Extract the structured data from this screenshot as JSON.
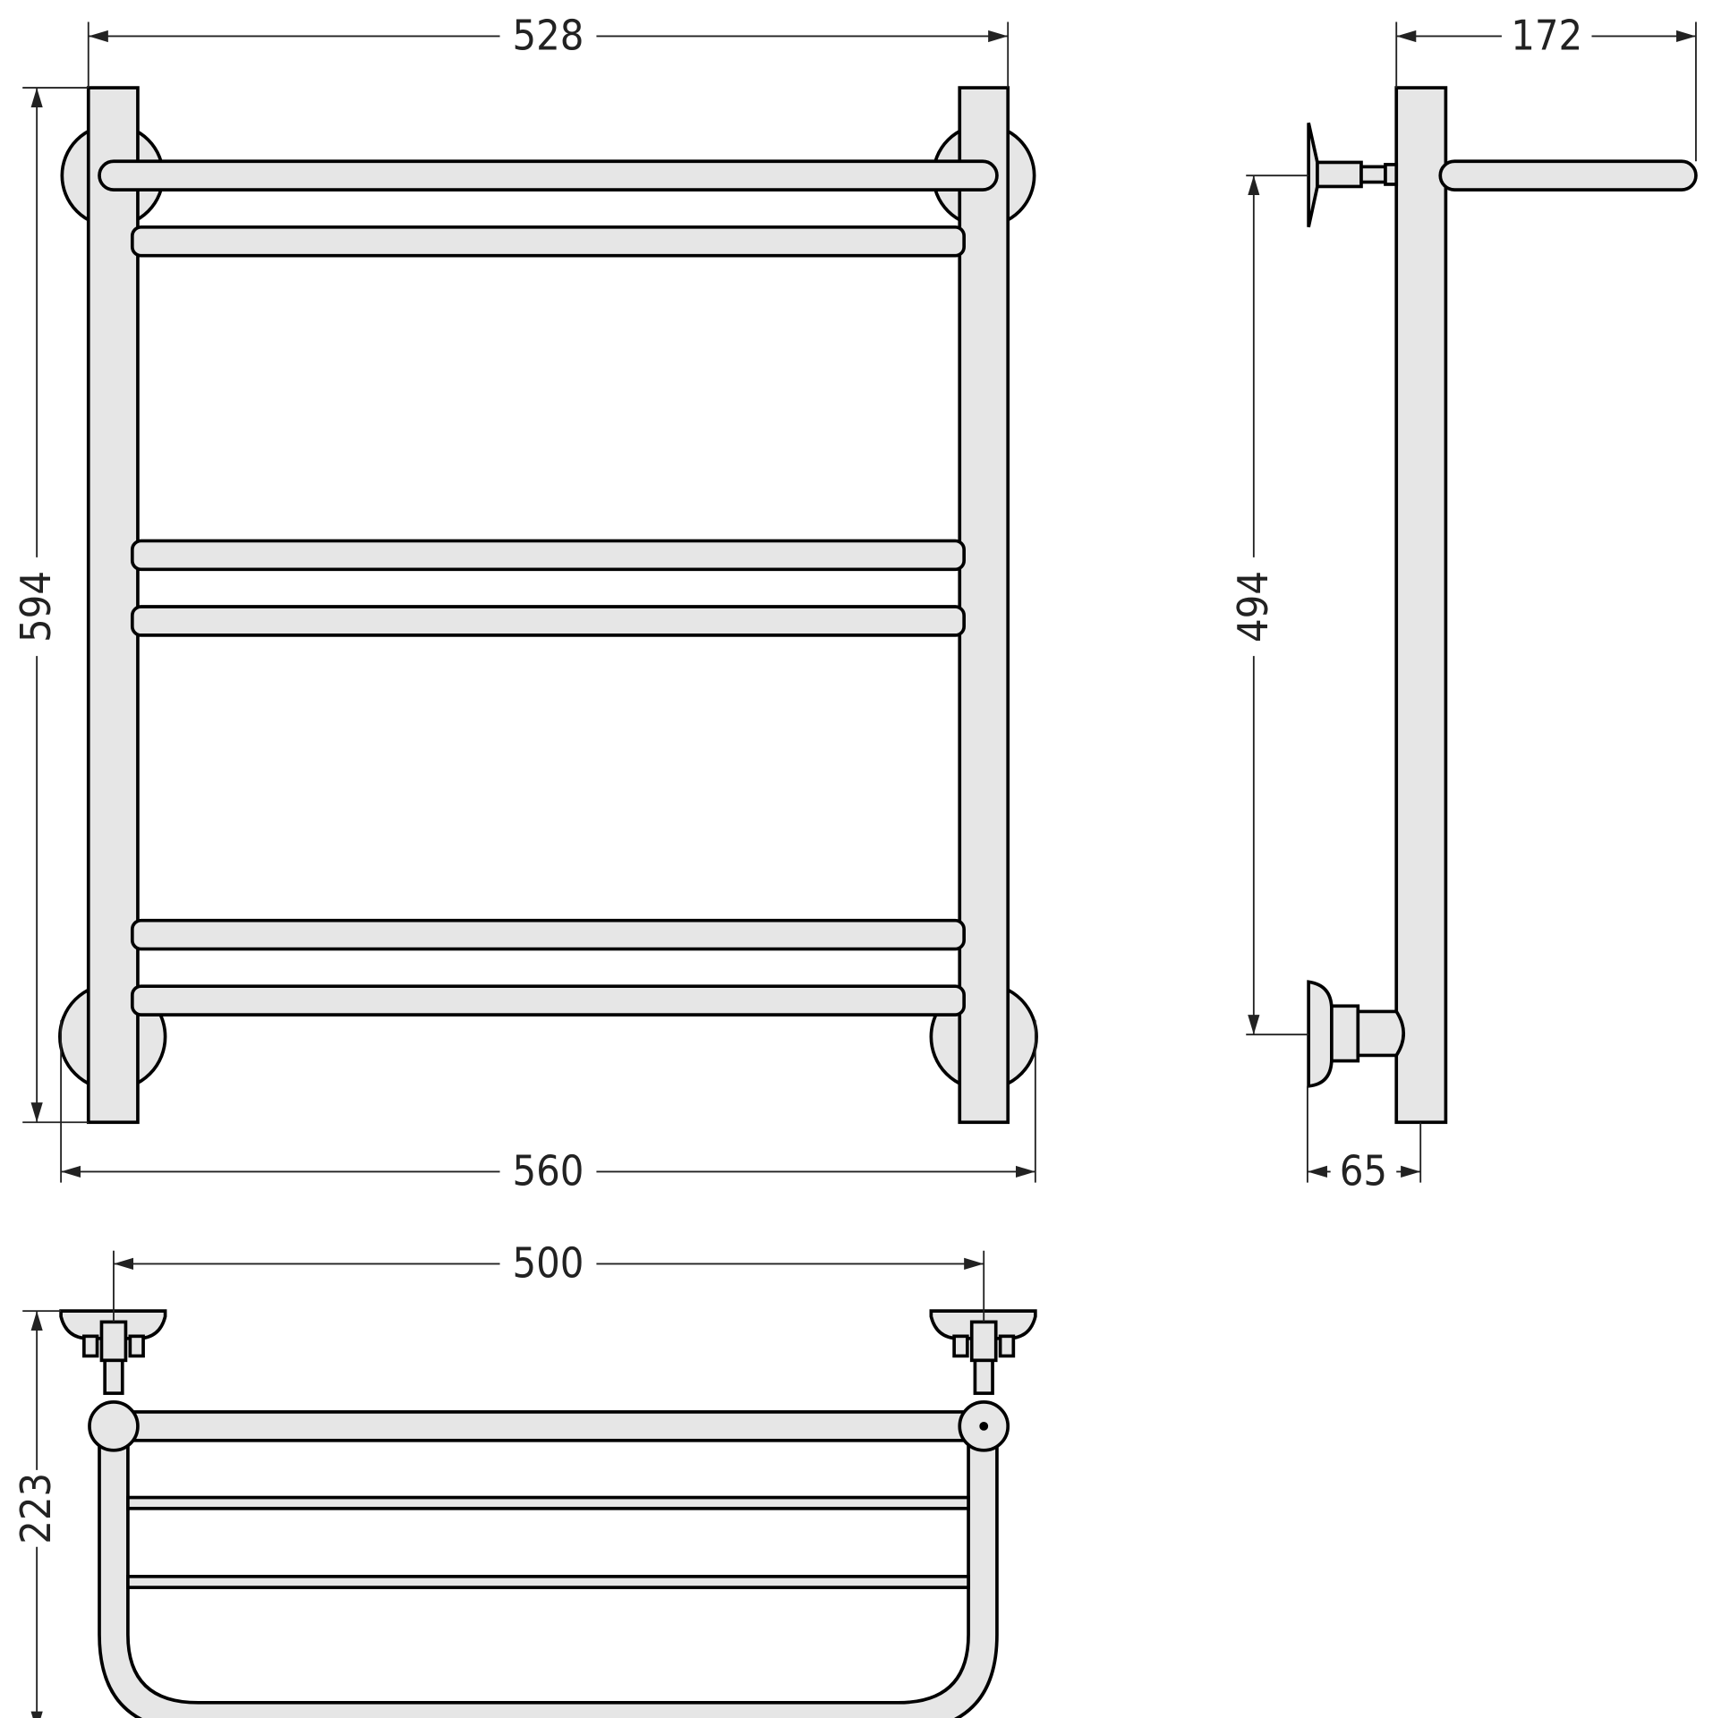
{
  "dimensions": {
    "front_width_inner": "528",
    "front_height": "594",
    "front_width_outer": "560",
    "side_depth": "172",
    "side_center_distance": "494",
    "side_wall_offset": "65",
    "top_center_distance": "500",
    "top_depth": "223"
  },
  "colors": {
    "fill": "#e6e6e6",
    "stroke": "#000000"
  }
}
